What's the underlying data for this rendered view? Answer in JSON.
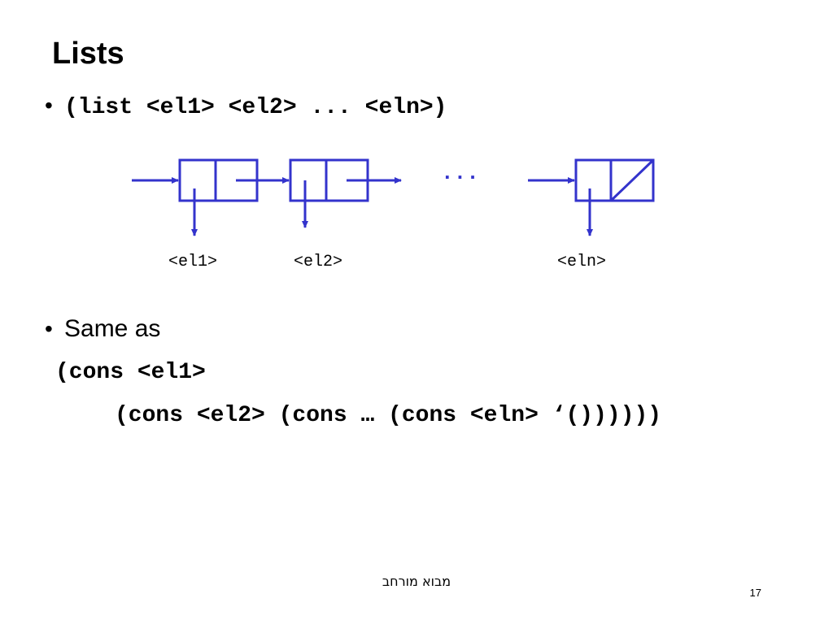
{
  "slide": {
    "title": "Lists",
    "bullet1": {
      "marker": "•",
      "code": "(list <el1> <el2> ... <eln>)"
    },
    "diagram": {
      "labels": [
        "<el1>",
        "<el2>",
        "<eln>"
      ],
      "ellipsis": "...",
      "color": "#3333cc"
    },
    "bullet2": {
      "marker": "•",
      "text": "Same as"
    },
    "code_lines": [
      "(cons <el1>",
      "(cons <el2> (cons … (cons <eln> ‘())))))"
    ]
  },
  "footer": {
    "course": "מבוא מורחב",
    "page_number": "17"
  }
}
